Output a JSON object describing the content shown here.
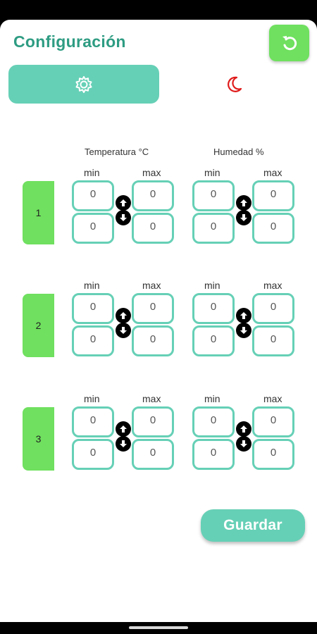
{
  "header": {
    "title": "Configuración",
    "reset_icon": "undo-icon",
    "accent_color": "#2e9c82",
    "reset_color": "#6fe05f"
  },
  "tabs": [
    {
      "icon": "gear-icon",
      "selected": true,
      "color": "#66d0b6"
    },
    {
      "icon": "moon-icon",
      "selected": false,
      "color": "#e01b1b"
    }
  ],
  "sections": {
    "temperature": "Temperatura °C",
    "humidity": "Humedad %"
  },
  "labels": {
    "min": "min",
    "max": "max"
  },
  "rows": [
    {
      "label": "1",
      "temp_min_top": "0",
      "temp_max_top": "0",
      "temp_min_bottom": "0",
      "temp_max_bottom": "0",
      "hum_min_top": "0",
      "hum_max_top": "0",
      "hum_min_bottom": "0",
      "hum_max_bottom": "0"
    },
    {
      "label": "2",
      "temp_min_top": "0",
      "temp_max_top": "0",
      "temp_min_bottom": "0",
      "temp_max_bottom": "0",
      "hum_min_top": "0",
      "hum_max_top": "0",
      "hum_min_bottom": "0",
      "hum_max_bottom": "0"
    },
    {
      "label": "3",
      "temp_min_top": "0",
      "temp_max_top": "0",
      "temp_min_bottom": "0",
      "temp_max_bottom": "0",
      "hum_min_top": "0",
      "hum_max_top": "0",
      "hum_min_bottom": "0",
      "hum_max_bottom": "0"
    }
  ],
  "save_label": "Guardar"
}
